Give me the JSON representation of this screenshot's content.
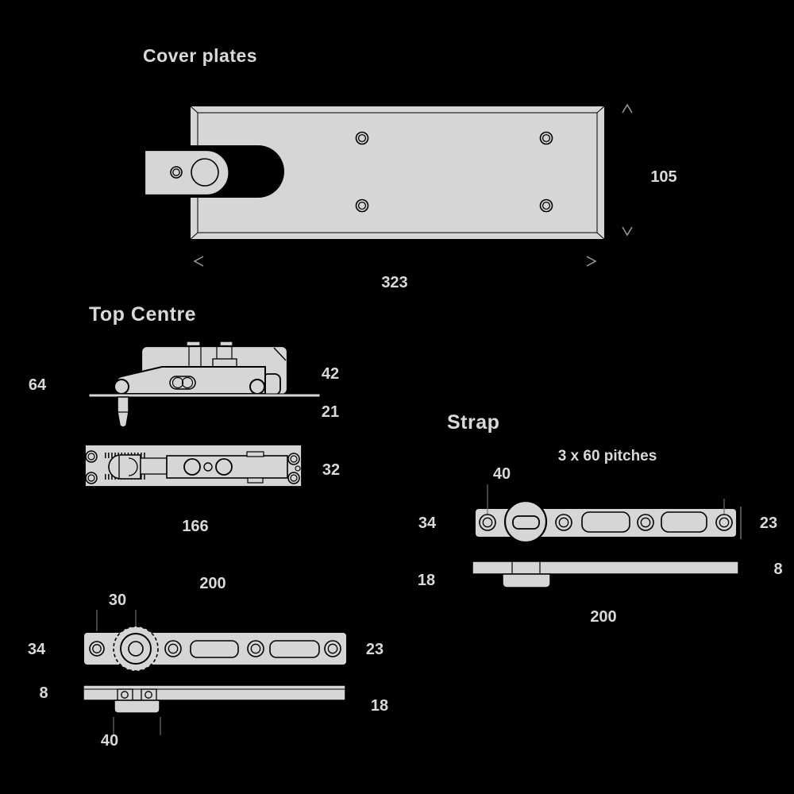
{
  "colors": {
    "background": "#000000",
    "part_fill": "#d6d6d6",
    "outline": "#000000",
    "label_text": "#d9d9d9",
    "dim_marks": "#9a9a9a"
  },
  "cover_plates": {
    "title": "Cover plates",
    "height_dim": "105",
    "length_dim": "323"
  },
  "top_centre": {
    "title": "Top Centre",
    "total_height_dim": "64",
    "body_height_dim": "42",
    "pin_length_dim": "21",
    "body_width_dim": "32",
    "body_length_dim": "166"
  },
  "strap": {
    "title": "Strap",
    "pitch_label": "3 x 60 pitches",
    "boss_offset_dim": "40",
    "plate_width_dim": "34",
    "end_width_dim": "23",
    "boss_height_dim": "18",
    "thickness_dim": "8",
    "length_dim": "200"
  },
  "bottom_strap": {
    "length_dim": "200",
    "hole_offset_dim": "30",
    "plate_width_dim": "34",
    "end_width_dim": "23",
    "thickness_dim": "8",
    "boss_height_dim": "18",
    "boss_width_dim": "40"
  }
}
